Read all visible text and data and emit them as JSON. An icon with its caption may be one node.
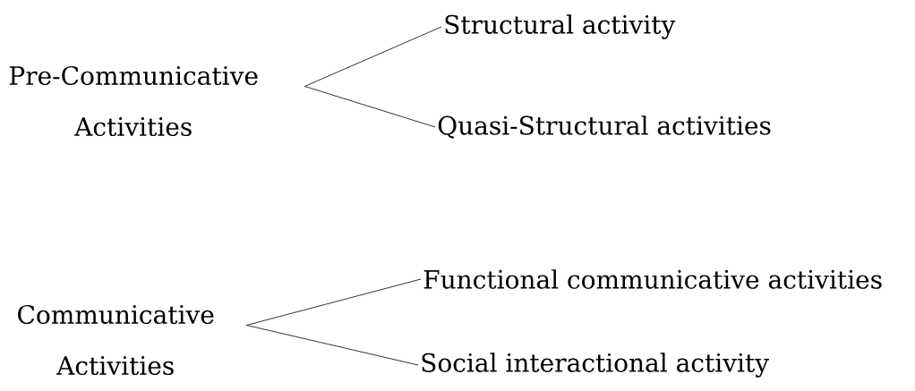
{
  "diagram": {
    "nodes": [
      {
        "text": [
          "Pre-Communicative Activities"
        ]
      },
      {
        "text": [
          "Structural activity"
        ]
      },
      {
        "text": [
          "Quasi-Structural activities"
        ]
      },
      {
        "text": [
          "Communicative Activities"
        ]
      },
      {
        "text": [
          "Functional communicative activities"
        ]
      },
      {
        "text": [
          "Social interactional activity"
        ]
      }
    ],
    "edges": [
      {
        "from": 0,
        "to": 1,
        "arrow": "none"
      },
      {
        "from": 0,
        "to": 2,
        "arrow": "none"
      },
      {
        "from": 3,
        "to": 4,
        "arrow": "none"
      },
      {
        "from": 3,
        "to": 5,
        "arrow": "none"
      }
    ]
  }
}
